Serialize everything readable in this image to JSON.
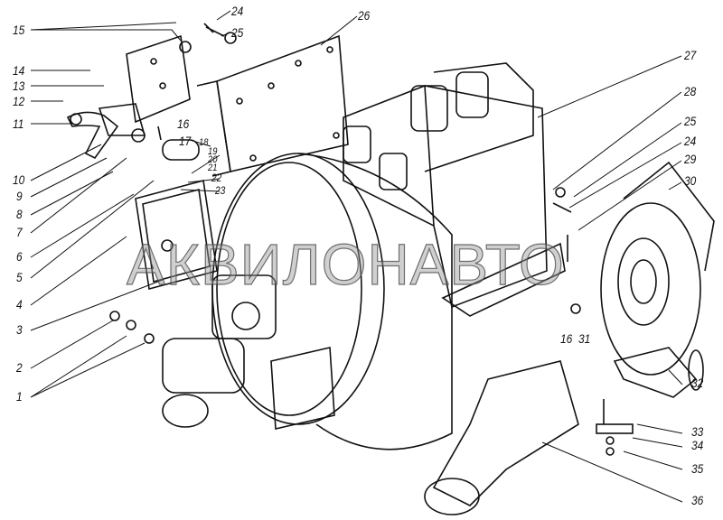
{
  "watermark": "АКВИЛОНАВТО",
  "callouts": {
    "left": [
      "15",
      "14",
      "13",
      "12",
      "11",
      "10",
      "9",
      "8",
      "7",
      "6",
      "5",
      "4",
      "3",
      "2",
      "1"
    ],
    "top": [
      "24",
      "25",
      "26"
    ],
    "middle": [
      "16",
      "17",
      "18",
      "19",
      "20",
      "21",
      "22",
      "23"
    ],
    "right": [
      "27",
      "28",
      "25",
      "24",
      "29",
      "30"
    ],
    "bottom": [
      "16",
      "31",
      "32",
      "33",
      "34",
      "35",
      "36"
    ]
  }
}
